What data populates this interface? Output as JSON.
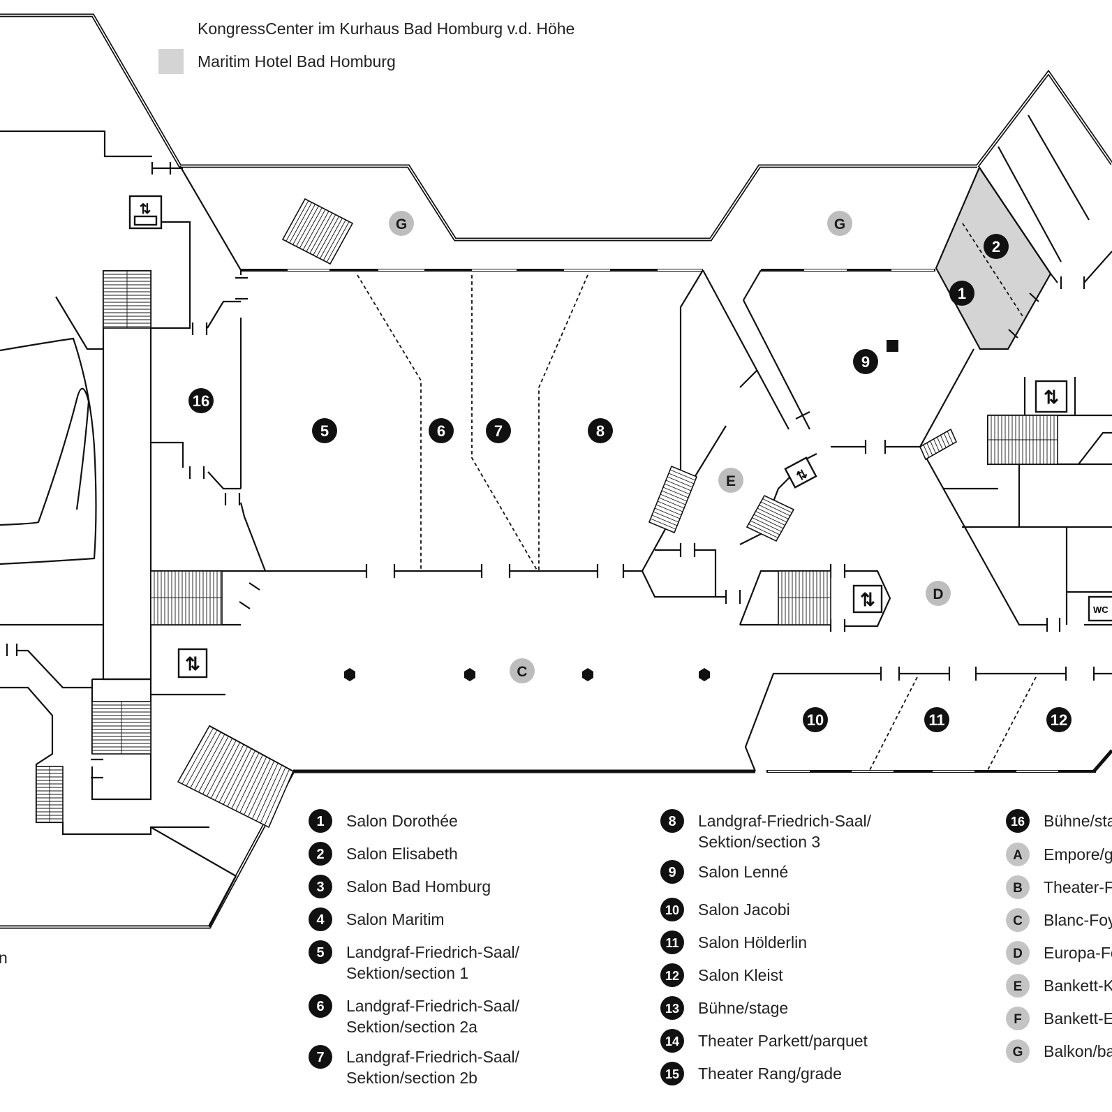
{
  "header": {
    "line1": "KongressCenter im Kurhaus Bad Homburg v.d. Höhe",
    "line2": "Maritim Hotel Bad Homburg",
    "hotel_color": "#d4d4d4"
  },
  "map": {
    "room_markers": [
      "1",
      "2",
      "5",
      "6",
      "7",
      "8",
      "9",
      "10",
      "11",
      "12",
      "16"
    ],
    "area_markers": [
      "G",
      "G",
      "E",
      "D",
      "C"
    ],
    "lift_glyph": "⇅",
    "wc_label": "WC",
    "cut_text": "n"
  },
  "legend": {
    "col1": [
      {
        "num": "1",
        "text": [
          "Salon Dorothée"
        ]
      },
      {
        "num": "2",
        "text": [
          "Salon Elisabeth"
        ]
      },
      {
        "num": "3",
        "text": [
          "Salon Bad Homburg"
        ]
      },
      {
        "num": "4",
        "text": [
          "Salon Maritim"
        ]
      },
      {
        "num": "5",
        "text": [
          "Landgraf-Friedrich-Saal/",
          "Sektion/section 1"
        ]
      },
      {
        "num": "6",
        "text": [
          "Landgraf-Friedrich-Saal/",
          "Sektion/section 2a"
        ]
      },
      {
        "num": "7",
        "text": [
          "Landgraf-Friedrich-Saal/",
          "Sektion/section 2b"
        ]
      }
    ],
    "col2": [
      {
        "num": "8",
        "text": [
          "Landgraf-Friedrich-Saal/",
          "Sektion/section 3"
        ]
      },
      {
        "num": "9",
        "text": [
          "Salon Lenné"
        ]
      },
      {
        "num": "10",
        "text": [
          "Salon Jacobi"
        ]
      },
      {
        "num": "11",
        "text": [
          "Salon Hölderlin"
        ]
      },
      {
        "num": "12",
        "text": [
          "Salon Kleist"
        ]
      },
      {
        "num": "13",
        "text": [
          "Bühne/stage"
        ]
      },
      {
        "num": "14",
        "text": [
          "Theater Parkett/parquet"
        ]
      },
      {
        "num": "15",
        "text": [
          "Theater Rang/grade"
        ]
      }
    ],
    "col3": [
      {
        "num": "16",
        "text": [
          "Bühne/sta"
        ],
        "kind": "black"
      },
      {
        "num": "A",
        "text": [
          "Empore/g"
        ],
        "kind": "gray"
      },
      {
        "num": "B",
        "text": [
          "Theater-F"
        ],
        "kind": "gray"
      },
      {
        "num": "C",
        "text": [
          "Blanc-Foy"
        ],
        "kind": "gray"
      },
      {
        "num": "D",
        "text": [
          "Europa-Fo"
        ],
        "kind": "gray"
      },
      {
        "num": "E",
        "text": [
          "Bankett-K"
        ],
        "kind": "gray"
      },
      {
        "num": "F",
        "text": [
          "Bankett-E"
        ],
        "kind": "gray"
      },
      {
        "num": "G",
        "text": [
          "Balkon/ba"
        ],
        "kind": "gray"
      }
    ]
  }
}
